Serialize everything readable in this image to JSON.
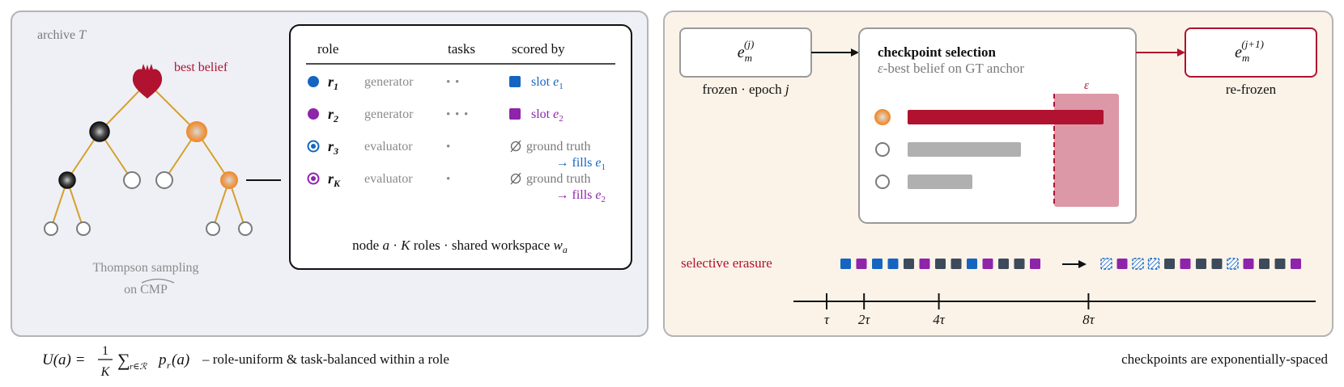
{
  "colors": {
    "left_panel_bg": "#eef0f6",
    "right_panel_bg": "#fcf3e8",
    "panel_border": "#b4b4b4",
    "crimson": "#b0122f",
    "orange": "#ef8d34",
    "gold": "#d6a02a",
    "blue": "#1565c0",
    "purple": "#8e24aa",
    "slate": "#3d4a5c",
    "gray_text": "#7a7a7a",
    "erasure_band": "#dd98a8"
  },
  "left_panel": {
    "archive_label": "archive",
    "archive_symbol": "T",
    "best_belief_label": "best belief",
    "sampling_line1": "Thompson sampling",
    "sampling_on": "on",
    "sampling_symbol": "CMP"
  },
  "role_table": {
    "headers": {
      "role": "role",
      "tasks": "tasks",
      "scored_by": "scored by"
    },
    "rows": [
      {
        "marker": "filled-dot",
        "color_key": "blue",
        "role_var": "r",
        "role_sub": "1",
        "type": "generator",
        "task_dots": "• •",
        "score_icon": "square",
        "score_text": "slot",
        "score_var": "e",
        "score_sub": "1",
        "fills_text": "",
        "fills_var": "",
        "fills_sub": ""
      },
      {
        "marker": "filled-dot",
        "color_key": "purple",
        "role_var": "r",
        "role_sub": "2",
        "type": "generator",
        "task_dots": "• • •",
        "score_icon": "square",
        "score_text": "slot",
        "score_var": "e",
        "score_sub": "2",
        "fills_text": "",
        "fills_var": "",
        "fills_sub": ""
      },
      {
        "marker": "ring-dot",
        "color_key": "blue",
        "role_var": "r",
        "role_sub": "3",
        "type": "evaluator",
        "task_dots": "•",
        "score_icon": "empty-set",
        "score_text": "ground truth",
        "score_var": "",
        "score_sub": "",
        "fills_text": "→ fills",
        "fills_var": "e",
        "fills_sub": "1"
      },
      {
        "marker": "ring-dot",
        "color_key": "purple",
        "role_var": "r",
        "role_sub": "K",
        "type": "evaluator",
        "task_dots": "•",
        "score_icon": "empty-set",
        "score_text": "ground truth",
        "score_var": "",
        "score_sub": "",
        "fills_text": "→ fills",
        "fills_var": "e",
        "fills_sub": "2"
      }
    ],
    "footer_node": "node",
    "footer_a": "a",
    "footer_mid": "·",
    "footer_K": "K",
    "footer_roles": "roles · shared workspace",
    "footer_w": "w",
    "footer_w_sub": "a"
  },
  "formula": {
    "lhs": "U(a) =",
    "num": "1",
    "den": "K",
    "sum": "∑",
    "sum_sub": "r∈ℛ",
    "term": "p",
    "term_sub": "r",
    "term_arg": "(a)",
    "caption": "– role-uniform & task-balanced within a role"
  },
  "right_panel": {
    "frozen_box": {
      "var": "e",
      "sub": "m",
      "sup": "(j)"
    },
    "frozen_caption": "frozen · epoch",
    "frozen_caption_var": "j",
    "checkpoint_title": "checkpoint selection",
    "checkpoint_sub_var": "ε",
    "checkpoint_sub": "-best belief on GT anchor",
    "epsilon_label": "ε",
    "bars": [
      {
        "value": 1.0,
        "highlight": true
      },
      {
        "value": 0.58,
        "highlight": false
      },
      {
        "value": 0.33,
        "highlight": false
      }
    ],
    "refrozen_box": {
      "var": "e",
      "sub": "m",
      "sup": "(j+1)"
    },
    "refrozen_caption": "re-frozen",
    "selective_erasure_label": "selective erasure",
    "tokens_before": [
      "blue",
      "purple",
      "blue",
      "blue",
      "slate",
      "purple",
      "slate",
      "slate",
      "blue",
      "purple",
      "slate",
      "slate",
      "purple"
    ],
    "tokens_after": [
      "hatch",
      "purple",
      "hatch",
      "hatch",
      "slate",
      "purple",
      "slate",
      "slate",
      "hatch",
      "purple",
      "slate",
      "slate",
      "purple"
    ],
    "timeline_ticks": [
      {
        "value": 1,
        "label": "τ"
      },
      {
        "value": 2,
        "label": "2τ"
      },
      {
        "value": 4,
        "label": "4τ"
      },
      {
        "value": 8,
        "label": "8τ"
      }
    ],
    "caption": "checkpoints are exponentially-spaced"
  }
}
